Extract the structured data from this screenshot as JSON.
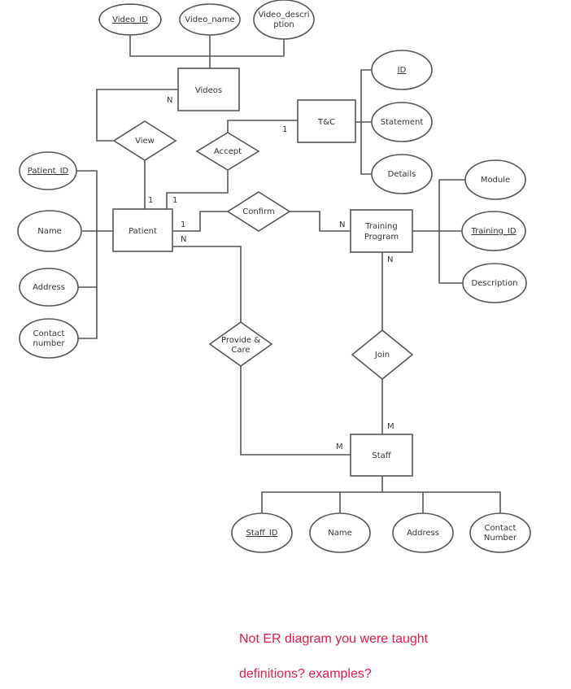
{
  "entities": {
    "videos": "Videos",
    "tc": "T&C",
    "patient": "Patient",
    "training_program": [
      "Training",
      "Program"
    ],
    "staff": "Staff"
  },
  "relationships": {
    "view": "View",
    "accept": "Accept",
    "confirm": "Confirm",
    "provide_care": [
      "Provide &",
      "Care"
    ],
    "join": "Join"
  },
  "attributes": {
    "video_id": "Video_ID",
    "video_name": "Video_name",
    "video_description": [
      "Video_descri",
      "ption"
    ],
    "tc_id": "ID",
    "statement": "Statement",
    "details": "Details",
    "patient_id": "Patient_ID",
    "patient_name": "Name",
    "patient_address": "Address",
    "patient_contact": [
      "Contact",
      "number"
    ],
    "module": "Module",
    "training_id": "Training_ID",
    "description": "Description",
    "staff_id": "Staff_ID",
    "staff_name": "Name",
    "staff_address": "Address",
    "staff_contact": [
      "Contact",
      "Number"
    ]
  },
  "cardinalities": {
    "videos_view": "N",
    "tc_accept": "1",
    "patient_view": "1",
    "patient_accept": "1",
    "patient_confirm": "1",
    "patient_provide": "N",
    "training_confirm": "N",
    "training_join": "N",
    "staff_join": "M",
    "staff_provide": "M"
  },
  "notes": {
    "line1": "Not ER diagram you were taught",
    "line2": "definitions? examples?"
  },
  "colors": {
    "line": "#555555",
    "note": "#e8194a"
  }
}
